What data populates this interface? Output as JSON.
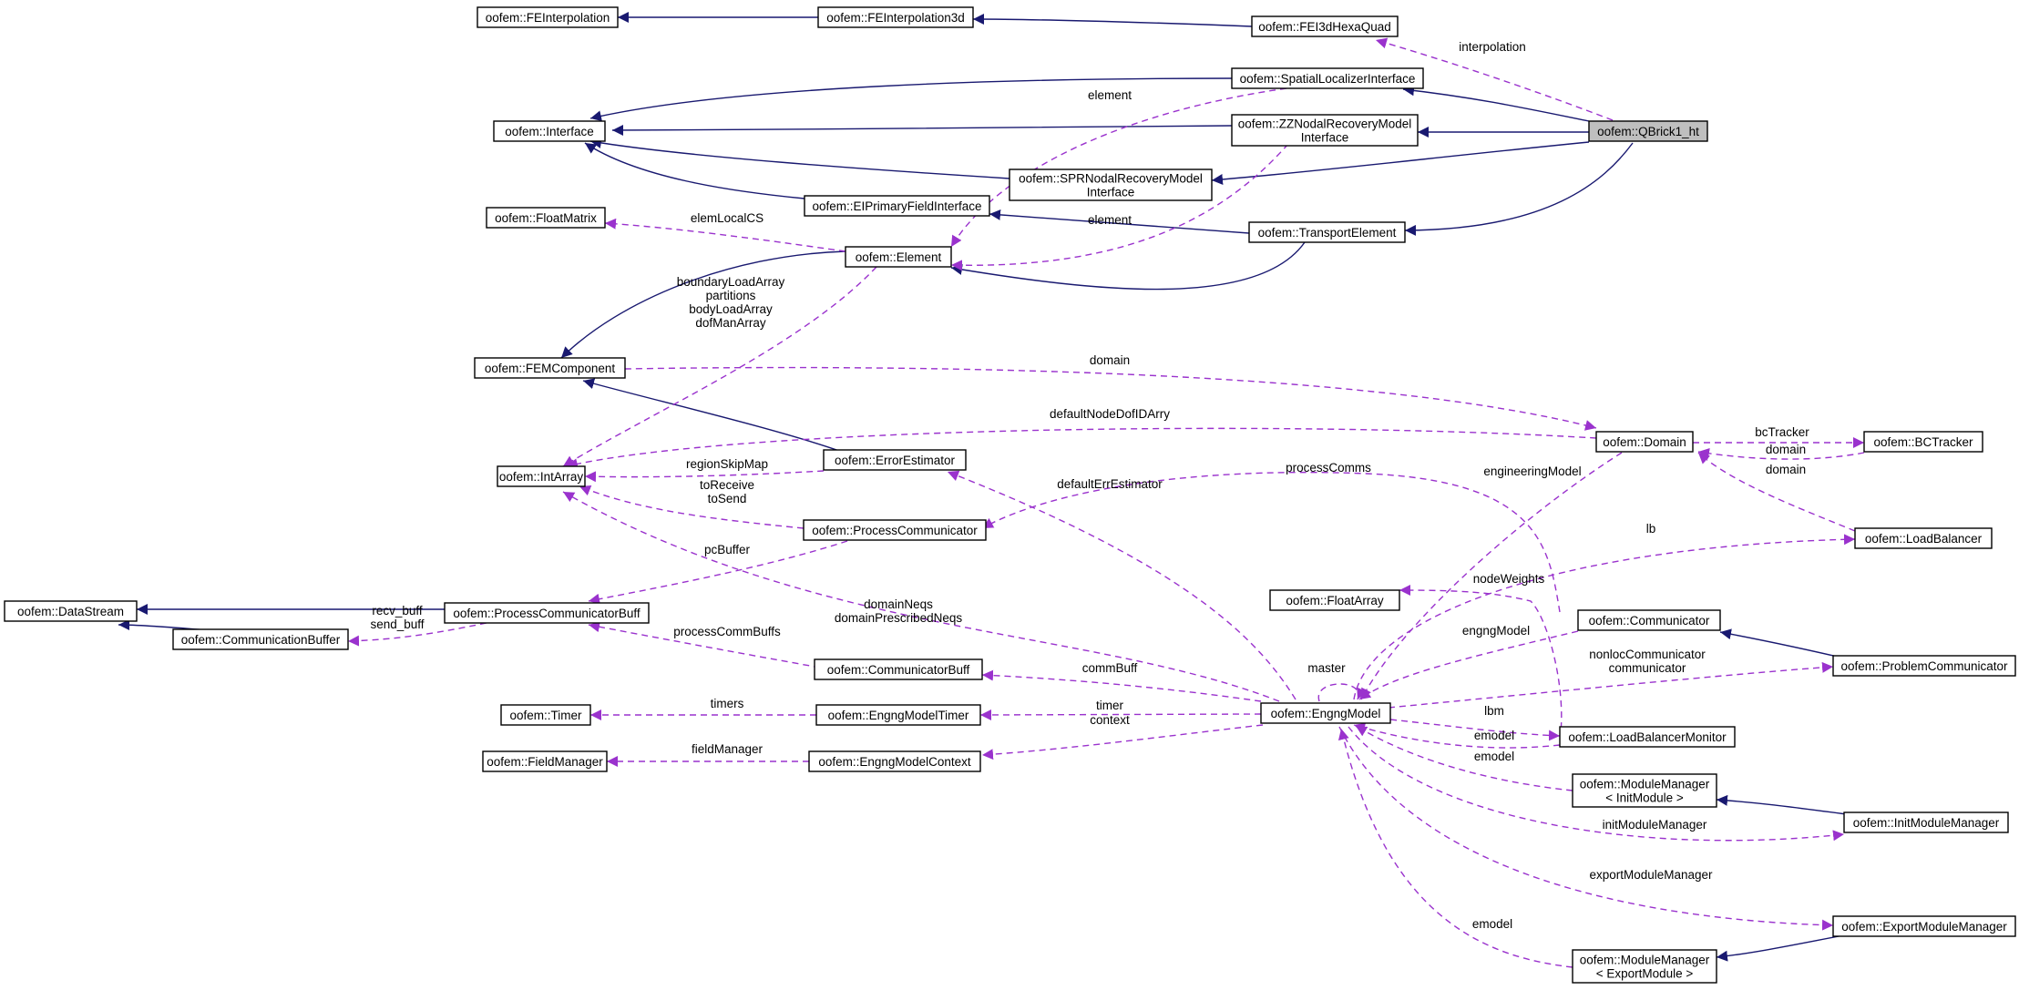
{
  "diagram": {
    "colors": {
      "inheritance": "#191970",
      "usage": "#9a32cd",
      "highlight_fill": "#bfbfbf",
      "box_stroke": "#000000"
    },
    "nodes": {
      "FEInterpolation": [
        "oofem::FEInterpolation"
      ],
      "FEInterpolation3d": [
        "oofem::FEInterpolation3d"
      ],
      "FEI3dHexaQuad": [
        "oofem::FEI3dHexaQuad"
      ],
      "SpatialLocalizerInterface": [
        "oofem::SpatialLocalizerInterface"
      ],
      "Interface": [
        "oofem::Interface"
      ],
      "ZZNodalRecoveryModelInterface": [
        "oofem::ZZNodalRecoveryModel",
        "Interface"
      ],
      "QBrick1_ht": [
        "oofem::QBrick1_ht"
      ],
      "SPRNodalRecoveryModelInterface": [
        "oofem::SPRNodalRecoveryModel",
        "Interface"
      ],
      "EIPrimaryFieldInterface": [
        "oofem::EIPrimaryFieldInterface"
      ],
      "FloatMatrix": [
        "oofem::FloatMatrix"
      ],
      "TransportElement": [
        "oofem::TransportElement"
      ],
      "Element": [
        "oofem::Element"
      ],
      "FEMComponent": [
        "oofem::FEMComponent"
      ],
      "Domain": [
        "oofem::Domain"
      ],
      "BCTracker": [
        "oofem::BCTracker"
      ],
      "IntArray": [
        "oofem::IntArray"
      ],
      "ErrorEstimator": [
        "oofem::ErrorEstimator"
      ],
      "ProcessCommunicator": [
        "oofem::ProcessCommunicator"
      ],
      "LoadBalancer": [
        "oofem::LoadBalancer"
      ],
      "FloatArray": [
        "oofem::FloatArray"
      ],
      "DataStream": [
        "oofem::DataStream"
      ],
      "ProcessCommunicatorBuff": [
        "oofem::ProcessCommunicatorBuff"
      ],
      "Communicator": [
        "oofem::Communicator"
      ],
      "CommunicationBuffer": [
        "oofem::CommunicationBuffer"
      ],
      "CommunicatorBuff": [
        "oofem::CommunicatorBuff"
      ],
      "ProblemCommunicator": [
        "oofem::ProblemCommunicator"
      ],
      "Timer": [
        "oofem::Timer"
      ],
      "EngngModelTimer": [
        "oofem::EngngModelTimer"
      ],
      "EngngModel": [
        "oofem::EngngModel"
      ],
      "LoadBalancerMonitor": [
        "oofem::LoadBalancerMonitor"
      ],
      "FieldManager": [
        "oofem::FieldManager"
      ],
      "EngngModelContext": [
        "oofem::EngngModelContext"
      ],
      "ModuleManagerInit": [
        "oofem::ModuleManager",
        "< InitModule >"
      ],
      "InitModuleManager": [
        "oofem::InitModuleManager"
      ],
      "ExportModuleManager": [
        "oofem::ExportModuleManager"
      ],
      "ModuleManagerExport": [
        "oofem::ModuleManager",
        "< ExportModule >"
      ]
    },
    "edge_labels": {
      "interpolation": [
        "interpolation"
      ],
      "element_spatial": [
        "element"
      ],
      "element_zz": [
        "element"
      ],
      "elemLocalCS": [
        "elemLocalCS"
      ],
      "element_arrays": [
        "boundaryLoadArray",
        "partitions",
        "bodyLoadArray",
        "dofManArray"
      ],
      "domain_fem": [
        "domain"
      ],
      "defaultNodeDofIDArry": [
        "defaultNodeDofIDArry"
      ],
      "bcTracker": [
        "bcTracker"
      ],
      "domain_bc": [
        "domain"
      ],
      "domain_lb": [
        "domain"
      ],
      "regionSkipMap": [
        "regionSkipMap"
      ],
      "processComms": [
        "processComms"
      ],
      "engineeringModel": [
        "engineeringModel"
      ],
      "toReceive": [
        "toReceive",
        "toSend"
      ],
      "defaultErrEstimator": [
        "defaultErrEstimator"
      ],
      "lb": [
        "lb"
      ],
      "pcBuffer": [
        "pcBuffer"
      ],
      "nodeWeights": [
        "nodeWeights"
      ],
      "domainNeqs": [
        "domainNeqs",
        "domainPrescribedNeqs"
      ],
      "recv_buff": [
        "recv_buff",
        "send_buff"
      ],
      "engngModel": [
        "engngModel"
      ],
      "processCommBuffs": [
        "processCommBuffs"
      ],
      "master": [
        "master"
      ],
      "nonlocCommunicator": [
        "nonlocCommunicator",
        "communicator"
      ],
      "commBuff": [
        "commBuff"
      ],
      "timers": [
        "timers"
      ],
      "timer": [
        "timer"
      ],
      "context": [
        "context"
      ],
      "lbm": [
        "lbm"
      ],
      "fieldManager": [
        "fieldManager"
      ],
      "emodel_lbm": [
        "emodel"
      ],
      "emodel_init": [
        "emodel"
      ],
      "initModuleManager": [
        "initModuleManager"
      ],
      "exportModuleManager": [
        "exportModuleManager"
      ],
      "emodel_export": [
        "emodel"
      ]
    }
  }
}
